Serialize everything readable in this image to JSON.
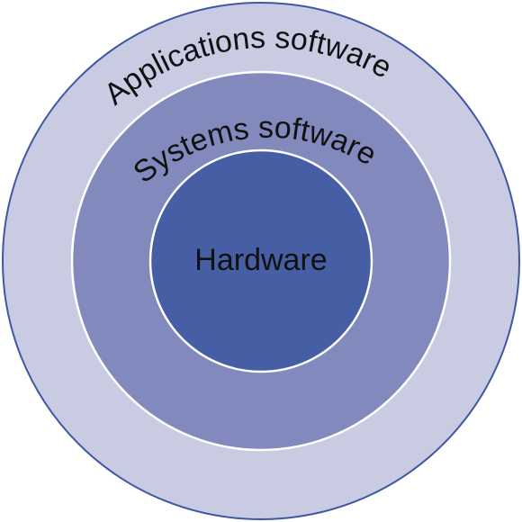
{
  "diagram": {
    "outer_label": "Applications software",
    "middle_label": "Systems software",
    "inner_label": "Hardware"
  },
  "colors": {
    "outer_fill": "#c9cbe3",
    "middle_fill": "#8189bd",
    "inner_fill": "#465ea3",
    "outer_stroke": "#3f58a2",
    "ring_divider": "#ffffff",
    "text": "#111111"
  }
}
